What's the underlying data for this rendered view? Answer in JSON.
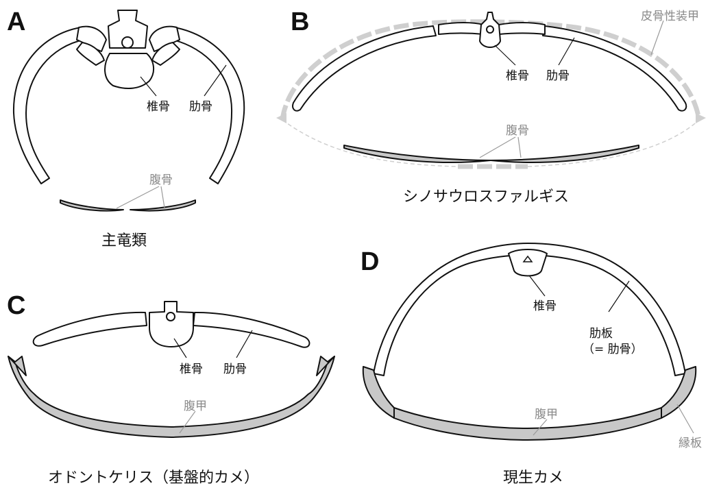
{
  "panels": {
    "A": {
      "letter": "A",
      "labels": {
        "vertebra": "椎骨",
        "rib": "肋骨",
        "gastralia": "腹骨"
      },
      "caption": "主竜類"
    },
    "B": {
      "letter": "B",
      "labels": {
        "vertebra": "椎骨",
        "rib": "肋骨",
        "gastralia": "腹骨",
        "osteoderm_armor": "皮骨性装甲"
      },
      "caption": "シノサウロスファルギス"
    },
    "C": {
      "letter": "C",
      "labels": {
        "vertebra": "椎骨",
        "rib": "肋骨",
        "plastron": "腹甲"
      },
      "caption": "オドントケリス（基盤的カメ）"
    },
    "D": {
      "letter": "D",
      "labels": {
        "vertebra": "椎骨",
        "costal_plate": "肋板",
        "costal_note": "（= 肋骨）",
        "plastron": "腹甲",
        "marginal": "縁板"
      },
      "caption": "現生カメ"
    }
  },
  "colors": {
    "line": "#111111",
    "gray_label": "#8a8a8a",
    "shell_fill": "#c8c8c8",
    "dermal": "#cfcfcf"
  }
}
